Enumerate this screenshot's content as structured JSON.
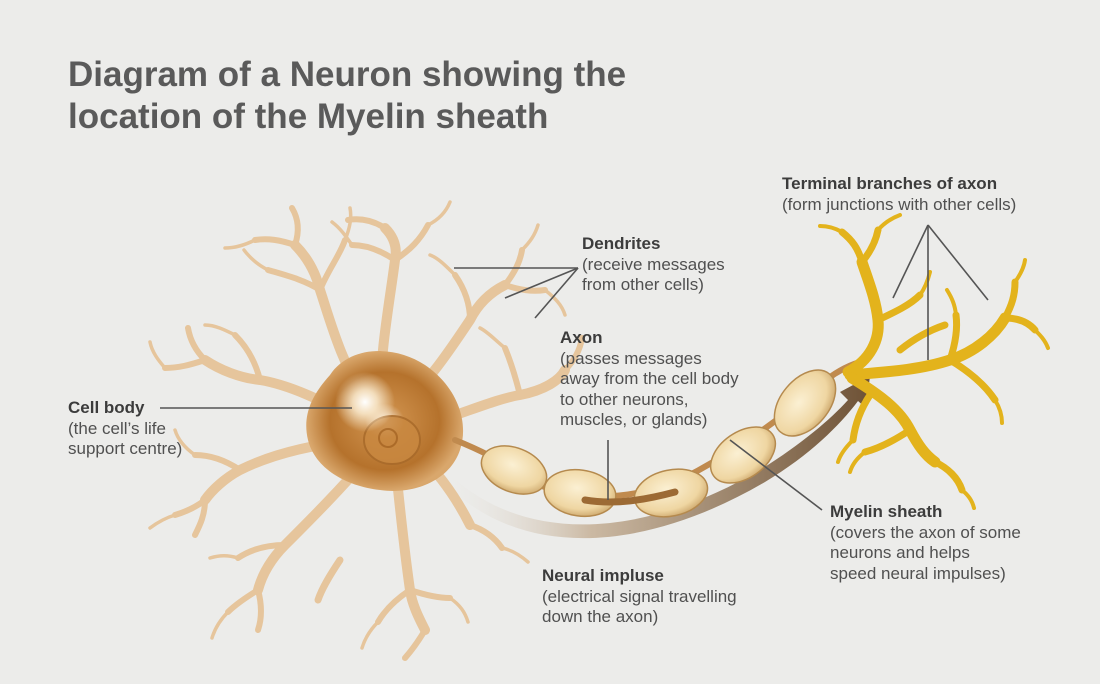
{
  "title": {
    "line1": "Diagram of a Neuron showing the",
    "line2": "location of the Myelin sheath"
  },
  "labels": {
    "terminal_branches": {
      "head": "Terminal branches of axon",
      "desc": [
        "(form junctions with other cells)"
      ]
    },
    "dendrites": {
      "head": "Dendrites",
      "desc": [
        "(receive messages",
        "from other cells)"
      ]
    },
    "axon": {
      "head": "Axon",
      "desc": [
        "(passes messages",
        "away from the cell body",
        "to other neurons,",
        "muscles, or glands)"
      ]
    },
    "cell_body": {
      "head": "Cell body",
      "desc": [
        "(the cell’s life",
        "support centre)"
      ]
    },
    "myelin_sheath": {
      "head": "Myelin sheath",
      "desc": [
        "(covers the axon of some",
        "neurons and helps",
        "speed neural impulses)"
      ]
    },
    "neural_impulse": {
      "head": "Neural impluse",
      "desc": [
        "(electrical signal travelling",
        "down the axon)"
      ]
    }
  },
  "colors": {
    "background": "#ececea",
    "title_text": "#5a5a5a",
    "label_text": "#505050",
    "leader_line": "#555555",
    "dendrite_fill": "#e9caa4",
    "cell_body_fill": "#b9762f",
    "myelin_fill": "#f2dcaa",
    "terminal_fill": "#e8b81a",
    "impulse_arrow": "#7a6042"
  }
}
